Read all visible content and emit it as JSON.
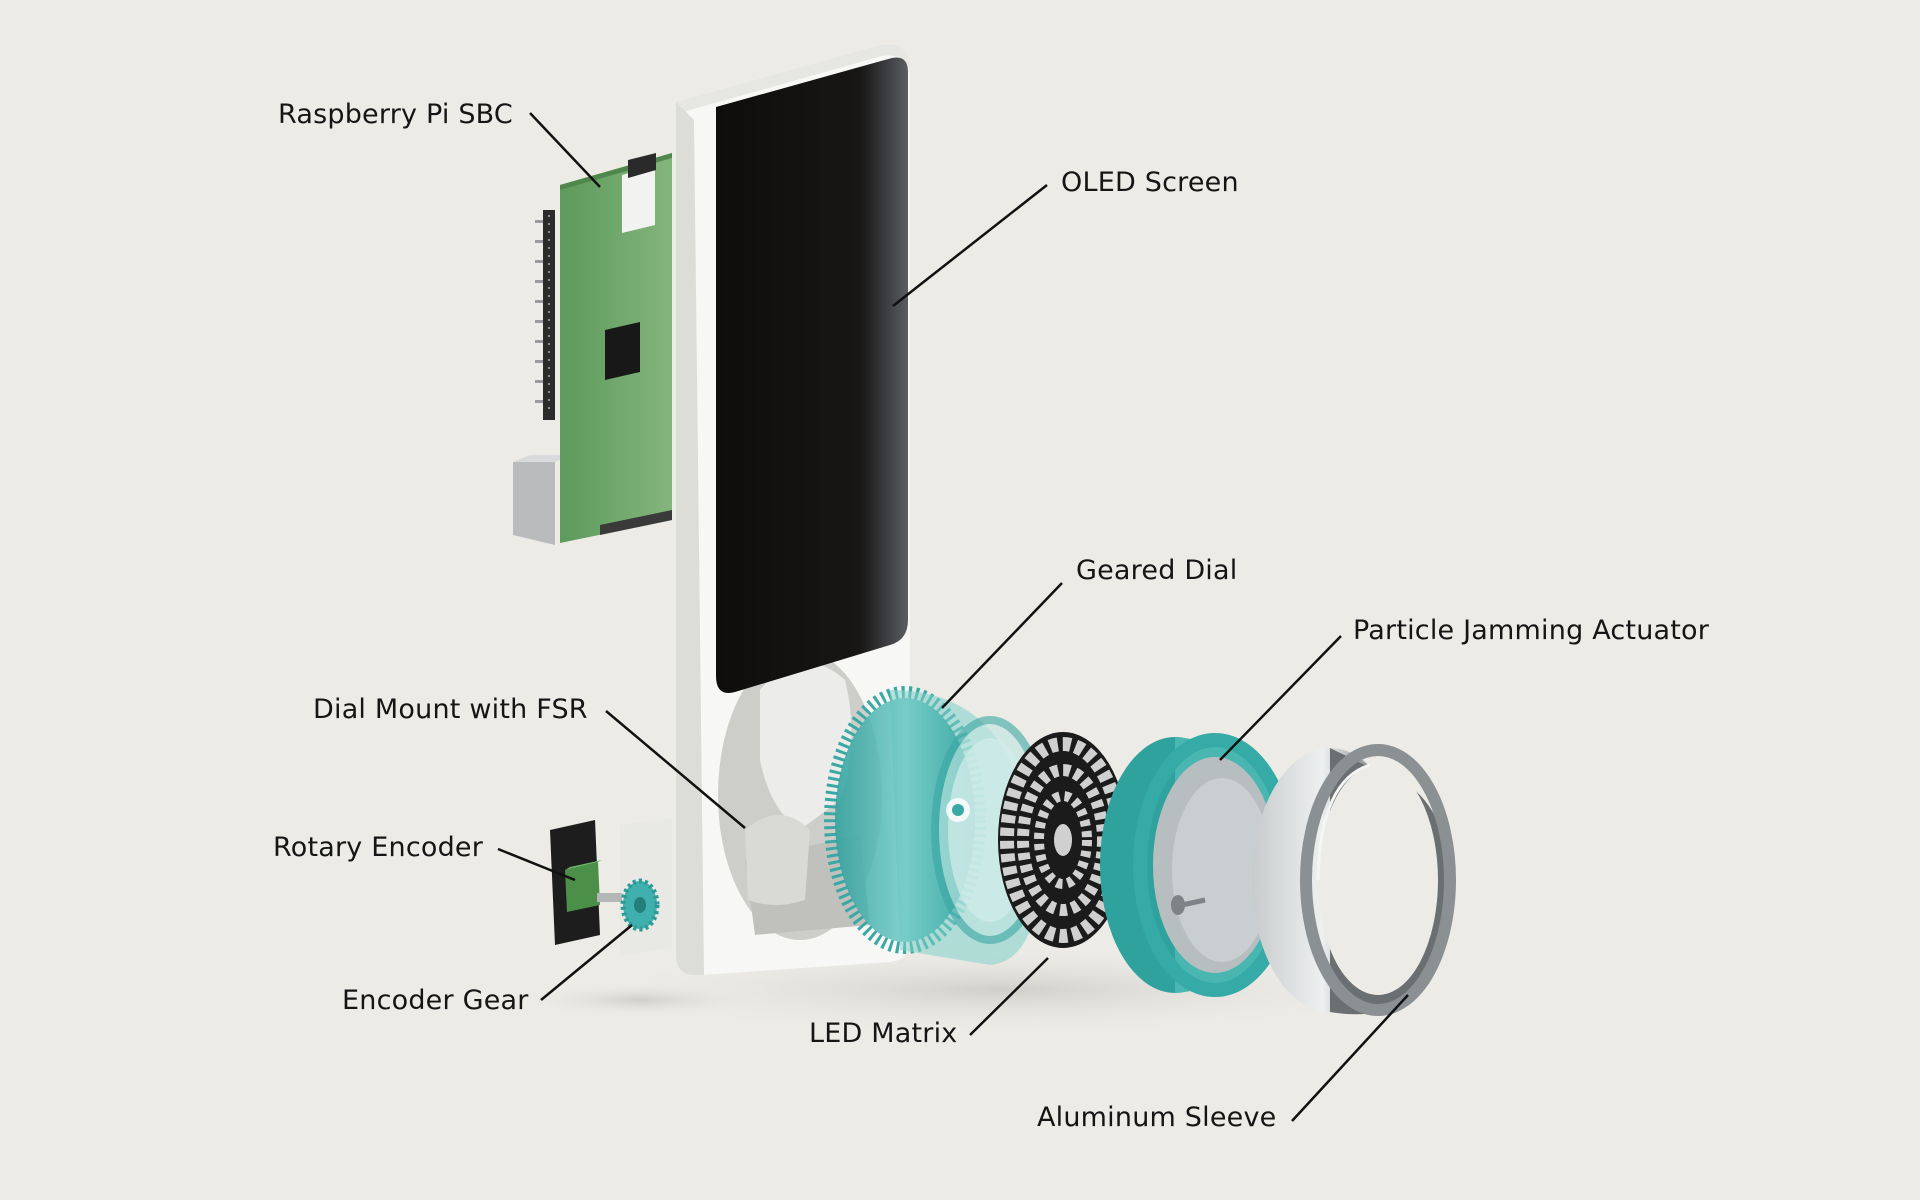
{
  "labels": {
    "raspberry_pi": "Raspberry Pi SBC",
    "oled_screen": "OLED Screen",
    "geared_dial": "Geared Dial",
    "particle_jamming": "Particle Jamming Actuator",
    "dial_mount": "Dial Mount with FSR",
    "rotary_encoder": "Rotary Encoder",
    "encoder_gear": "Encoder Gear",
    "led_matrix": "LED Matrix",
    "aluminum_sleeve": "Aluminum Sleeve"
  },
  "colors": {
    "background": "#ecebe6",
    "pcb_green": "#6fa56b",
    "screen_black": "#121110",
    "teal_translucent": "#3fb3b0",
    "aluminum": "#9ea3a6"
  }
}
